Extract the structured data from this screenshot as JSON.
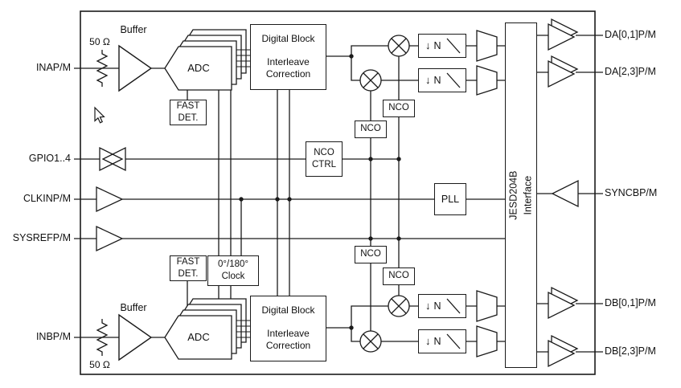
{
  "colors": {
    "line": "#1a1a1a",
    "background": "#ffffff"
  },
  "ports": {
    "left": [
      "INAP/M",
      "GPIO1..4",
      "CLKINP/M",
      "SYSREFP/M",
      "INBP/M"
    ],
    "right": [
      "DA[0,1]P/M",
      "DA[2,3]P/M",
      "SYNCBP/M",
      "DB[0,1]P/M",
      "DB[2,3]P/M"
    ]
  },
  "channel_a": {
    "buffer_label": "Buffer",
    "termination_label": "50 Ω",
    "adc_label": "ADC",
    "fast_det_label": "FAST DET.",
    "digital_block": {
      "line1": "Digital Block",
      "line2": "Interleave",
      "line3": "Correction"
    },
    "nco1_label": "NCO",
    "nco2_label": "NCO",
    "decimator1": {
      "arrow_icon": "↓",
      "factor": "N"
    },
    "decimator2": {
      "arrow_icon": "↓",
      "factor": "N"
    }
  },
  "channel_b": {
    "buffer_label": "Buffer",
    "termination_label": "50 Ω",
    "adc_label": "ADC",
    "fast_det_label": "FAST DET.",
    "digital_block": {
      "line1": "Digital Block",
      "line2": "Interleave",
      "line3": "Correction"
    },
    "nco1_label": "NCO",
    "nco2_label": "NCO",
    "decimator1": {
      "arrow_icon": "↓",
      "factor": "N"
    },
    "decimator2": {
      "arrow_icon": "↓",
      "factor": "N"
    }
  },
  "shared": {
    "nco_ctrl": {
      "line1": "NCO",
      "line2": "CTRL"
    },
    "pll_label": "PLL",
    "clock_box": {
      "line1": "0°/180°",
      "line2": "Clock"
    },
    "jesd": {
      "line1": "JESD204B",
      "line2": "Interface"
    }
  }
}
